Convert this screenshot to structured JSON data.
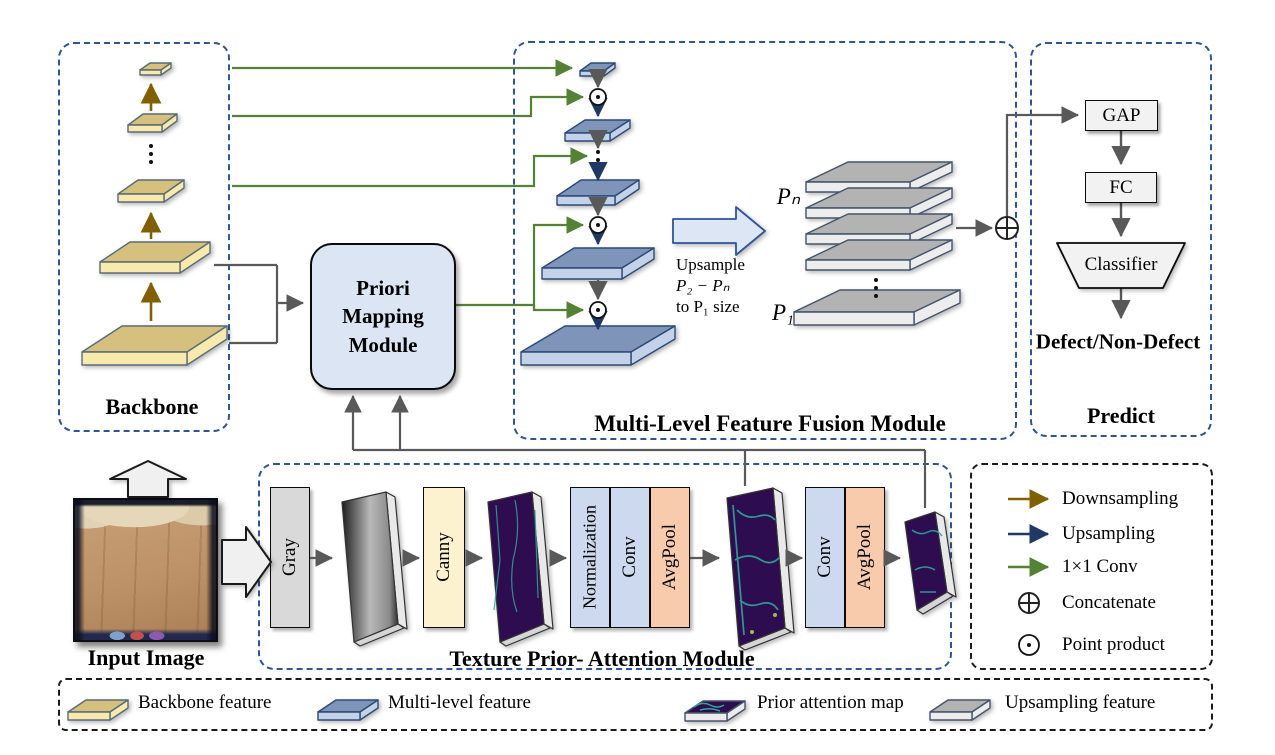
{
  "colors": {
    "dashed_blue": "#2e5597",
    "green": "#548235",
    "dark_yellow": "#806000",
    "dark_blue": "#203864",
    "gray_arrow": "#595959",
    "backbone_top": "#d5c07e",
    "backbone_front": "#f8e9ac",
    "backbone_stroke": "#5a6b7a",
    "feature_top": "#7e94b8",
    "feature_front": "#c3d2e9",
    "feature_stroke": "#2d4a76",
    "upsampling_top": "#b3b3b3",
    "upsampling_front": "#ededed",
    "upsampling_stroke": "#44546a",
    "attention_purple": "#2e0c50",
    "attention_teal": "#2fa79a",
    "module_fill": "#dbe5f3",
    "gray_box": "#d9d9d9",
    "canny_box": "#fdf2cf",
    "conv_box": "#ccd9ee",
    "avgpool_box": "#f8cbad",
    "predict_fill": "#f2f2f2",
    "block_arrow_fill": "#dce6f5",
    "io_arrow_fill": "#f0f0f0"
  },
  "backbone": {
    "label": "Backbone"
  },
  "priori_mapping": {
    "label": "Priori Mapping Module"
  },
  "fusion": {
    "label": "Multi-Level Feature Fusion Module",
    "upsample_note_1": "Upsample",
    "upsample_note_2": "P₂ − Pₙ",
    "upsample_note_3": "to P₁ size",
    "p_top": "Pₙ",
    "p_bottom": "P₁"
  },
  "predict": {
    "gap": "GAP",
    "fc": "FC",
    "classifier": "Classifier",
    "output": "Defect/Non-Defect",
    "label": "Predict"
  },
  "input": {
    "label": "Input Image"
  },
  "texture": {
    "label": "Texture Prior- Attention  Module",
    "gray": "Gray",
    "canny": "Canny",
    "normalization": "Normalization",
    "conv1": "Conv",
    "avgpool1": "AvgPool",
    "conv2": "Conv",
    "avgpool2": "AvgPool"
  },
  "legend": {
    "items": [
      {
        "label": "Downsampling"
      },
      {
        "label": "Upsampling"
      },
      {
        "label": "1×1 Conv"
      },
      {
        "label": "Concatenate"
      },
      {
        "label": "Point product"
      }
    ]
  },
  "bottom_legend": {
    "items": [
      {
        "label": "Backbone feature"
      },
      {
        "label": "Multi-level feature"
      },
      {
        "label": "Prior attention map"
      },
      {
        "label": "Upsampling feature"
      }
    ]
  }
}
